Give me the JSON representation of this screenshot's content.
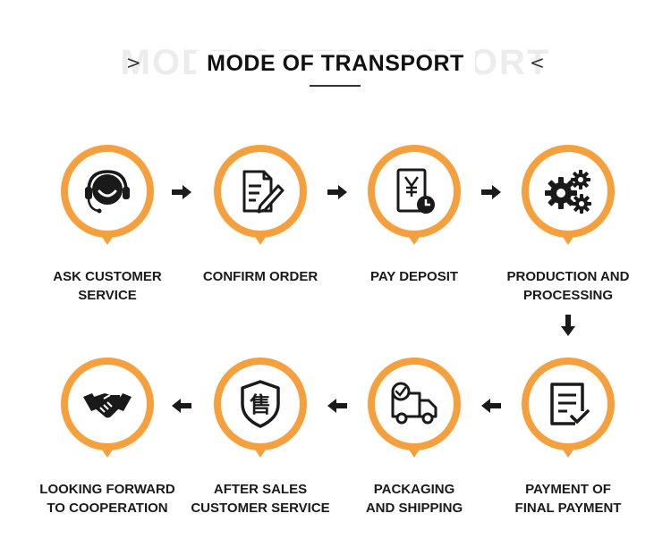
{
  "header": {
    "chevron_left": ">",
    "chevron_right": "<",
    "ghost_text": "MODE OF TRANSPORT",
    "title": "MODE OF TRANSPORT"
  },
  "colors": {
    "accent": "#F5A03C",
    "icon": "#1a1a1a",
    "text": "#1a1a1a"
  },
  "steps": [
    {
      "label_line1": "ASK CUSTOMER",
      "label_line2": "SERVICE",
      "icon": "customer-service-headset-icon"
    },
    {
      "label_line1": "CONFIRM ORDER",
      "label_line2": "",
      "icon": "document-pen-icon"
    },
    {
      "label_line1": "PAY DEPOSIT",
      "label_line2": "",
      "icon": "yen-invoice-clock-icon"
    },
    {
      "label_line1": "PRODUCTION AND",
      "label_line2": "PROCESSING",
      "icon": "gears-icon"
    },
    {
      "label_line1": "PAYMENT OF",
      "label_line2": "FINAL PAYMENT",
      "icon": "checklist-document-icon"
    },
    {
      "label_line1": "PACKAGING",
      "label_line2": "AND SHIPPING",
      "icon": "delivery-truck-icon"
    },
    {
      "label_line1": "AFTER SALES",
      "label_line2": "CUSTOMER SERVICE",
      "icon": "shield-sale-icon"
    },
    {
      "label_line1": "LOOKING FORWARD",
      "label_line2": "TO COOPERATION",
      "icon": "handshake-icon"
    }
  ],
  "shield_char": "售"
}
